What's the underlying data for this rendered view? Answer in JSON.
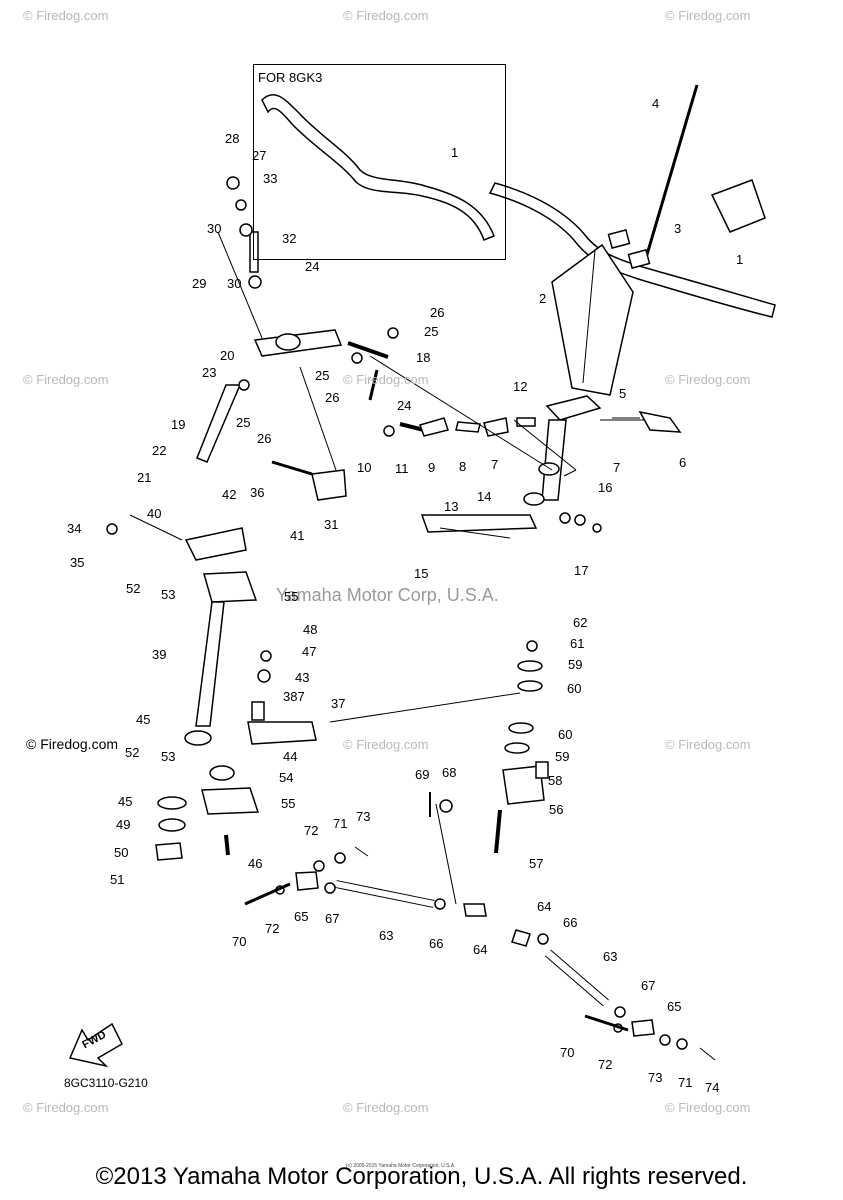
{
  "watermarks": {
    "site": "© Firedog.com",
    "center": "Yamaha Motor Corp, U.S.A."
  },
  "callout": {
    "title": "FOR 8GK3"
  },
  "part_code": "8GC3110-G210",
  "fwd_label": "FWD",
  "copyright_small": "(c) 2005-2015 Yamaha Motor Corporation, U.S.A.",
  "footer": "©2013 Yamaha Motor Corporation, U.S.A. All rights reserved.",
  "part_numbers": [
    "1",
    "1",
    "2",
    "3",
    "4",
    "5",
    "6",
    "7",
    "7",
    "8",
    "9",
    "10",
    "11",
    "12",
    "13",
    "14",
    "15",
    "16",
    "17",
    "18",
    "19",
    "20",
    "21",
    "22",
    "23",
    "24",
    "24",
    "25",
    "25",
    "25",
    "26",
    "26",
    "26",
    "27",
    "28",
    "29",
    "30",
    "30",
    "31",
    "32",
    "33",
    "34",
    "35",
    "36",
    "37",
    "387",
    "38",
    "39",
    "40",
    "41",
    "42",
    "43",
    "44",
    "45",
    "45",
    "46",
    "47",
    "48",
    "49",
    "50",
    "51",
    "52",
    "52",
    "53",
    "53",
    "54",
    "55",
    "55",
    "56",
    "57",
    "58",
    "59",
    "59",
    "60",
    "60",
    "61",
    "62",
    "63",
    "63",
    "64",
    "64",
    "65",
    "65",
    "66",
    "66",
    "67",
    "67",
    "68",
    "69",
    "70",
    "70",
    "71",
    "71",
    "72",
    "72",
    "72",
    "73",
    "73",
    "74"
  ]
}
